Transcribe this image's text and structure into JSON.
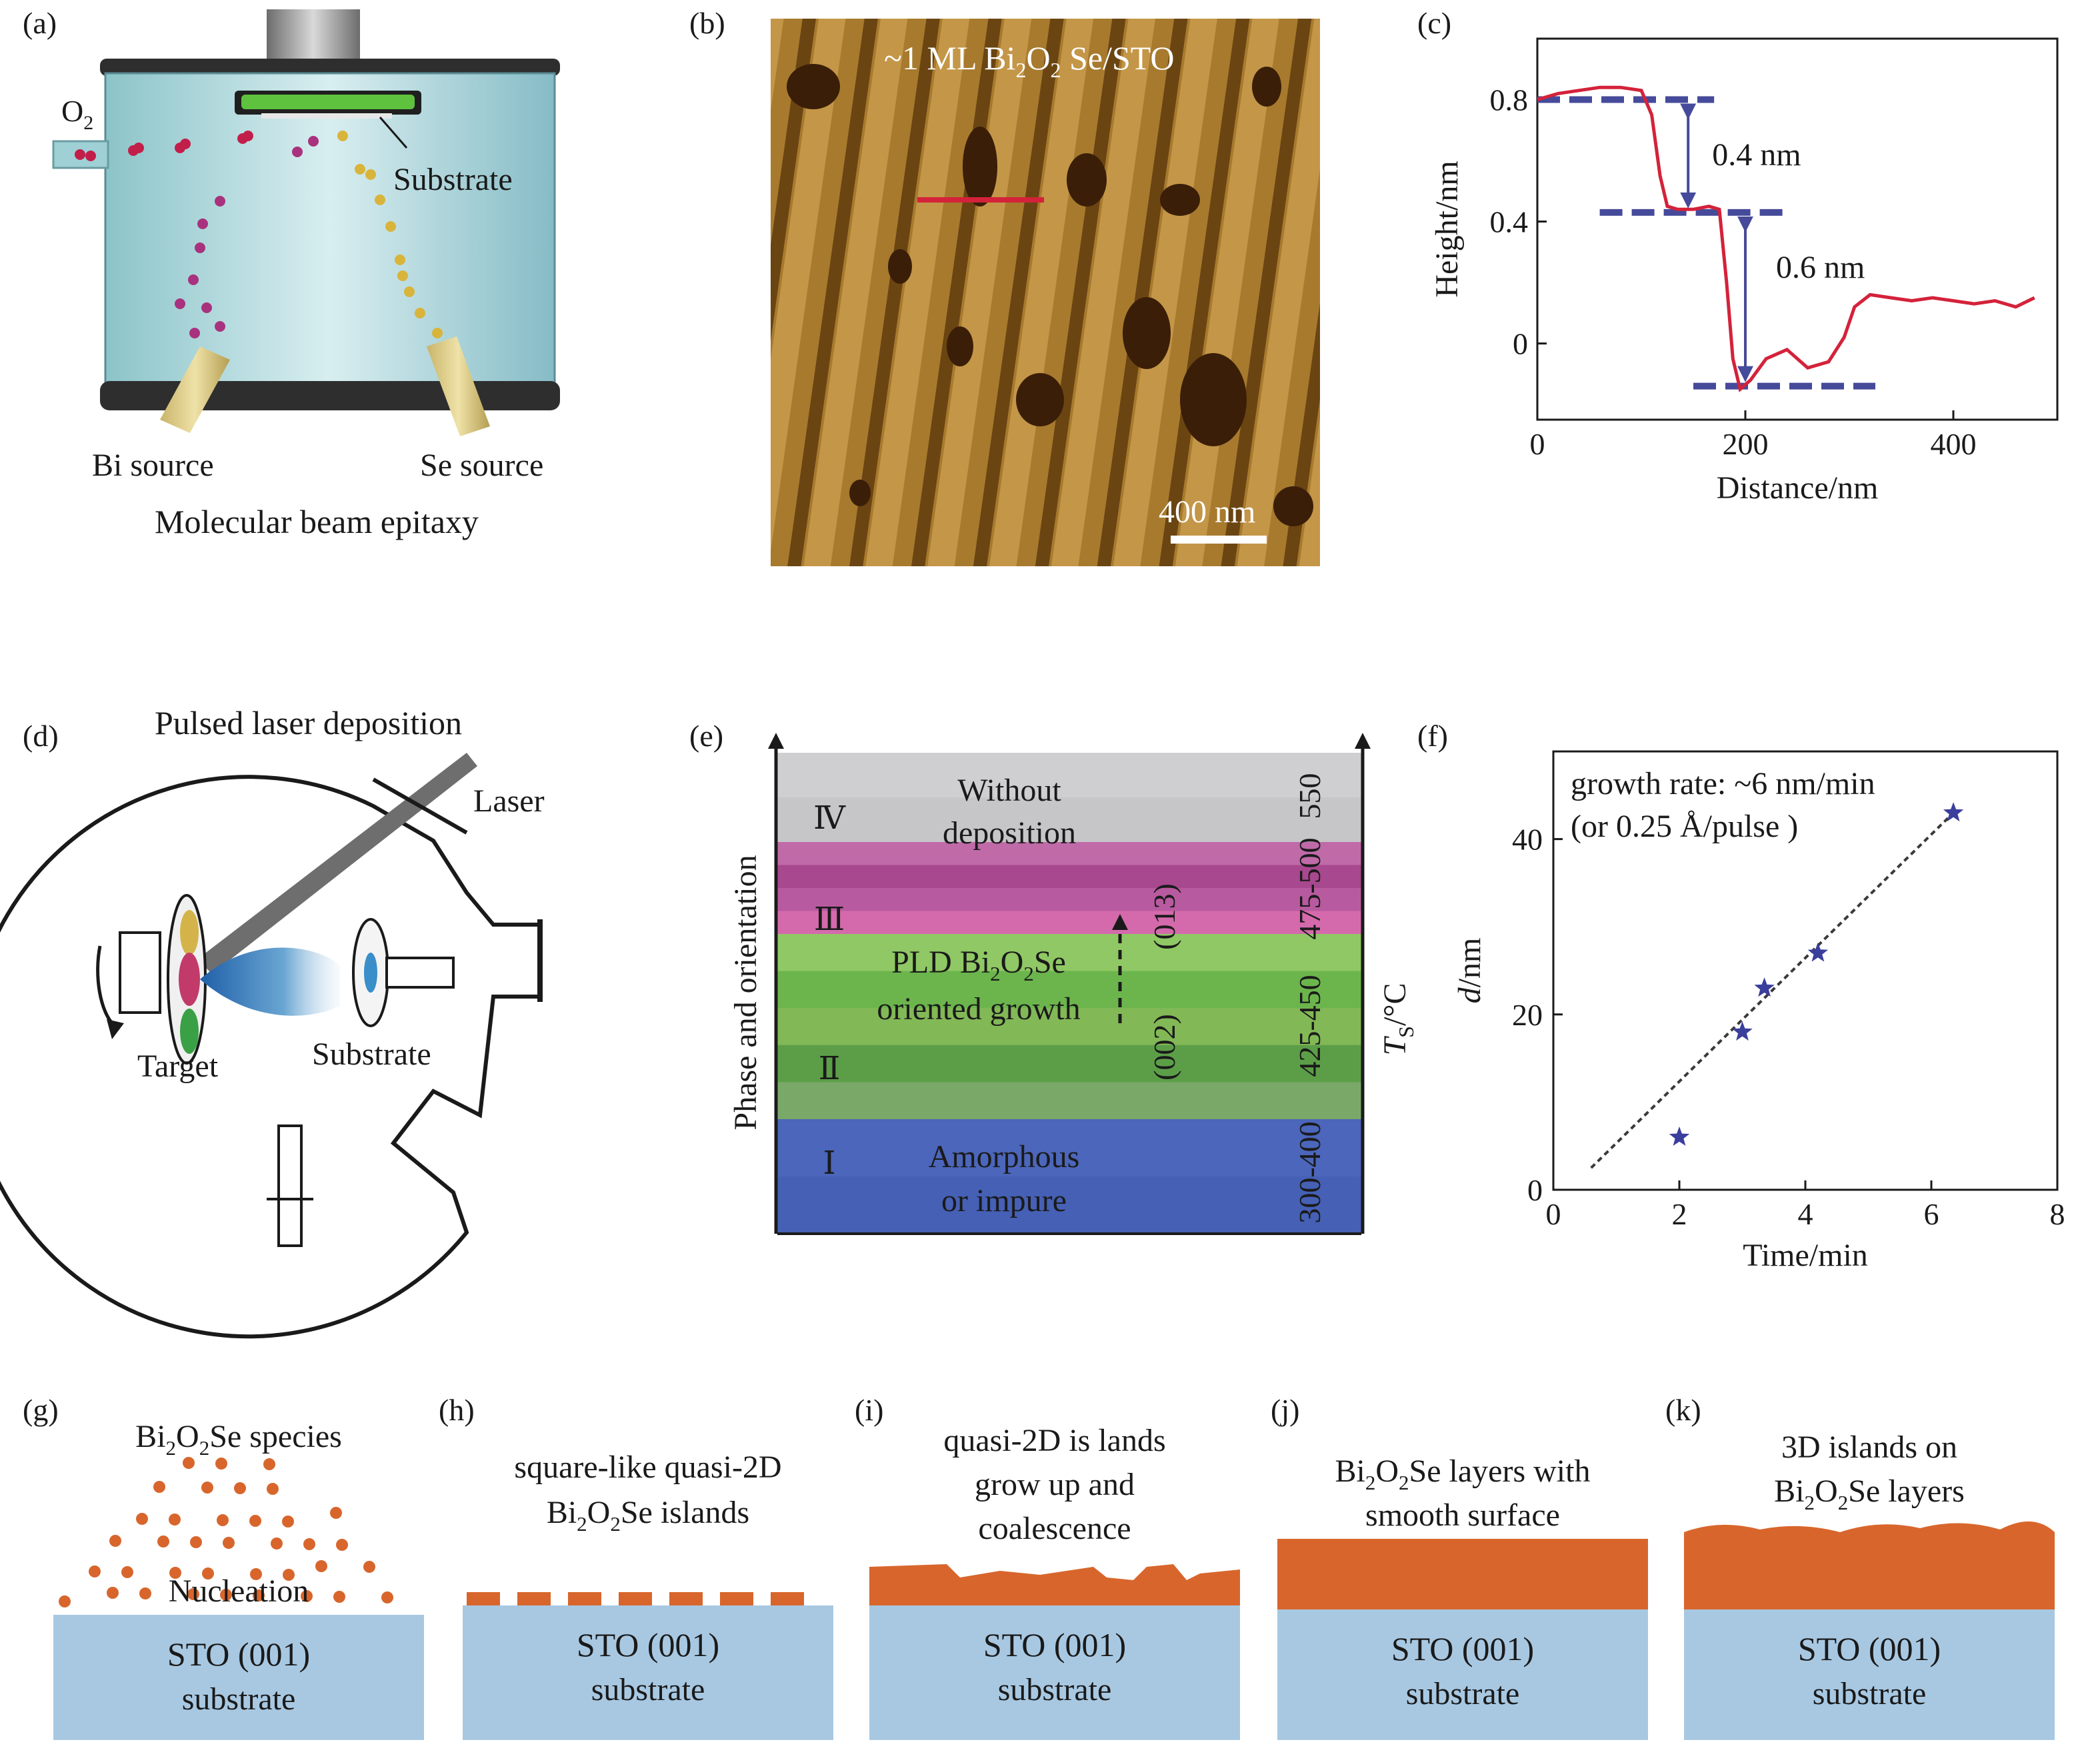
{
  "figure": {
    "panels": {
      "a": {
        "label": "(a)",
        "caption": "Molecular beam epitaxy",
        "o2": "O",
        "o2_sub": "2",
        "substrate": "Substrate",
        "bi_source": "Bi source",
        "se_source": "Se source"
      },
      "b": {
        "label": "(b)",
        "title_prefix": "~1 ML Bi",
        "title_sub1": "2",
        "title_mid": "O",
        "title_sub2": "2",
        "title_suffix": " Se/STO",
        "scalebar": "400 nm"
      },
      "c": {
        "label": "(c)"
      },
      "d": {
        "label": "(d)",
        "caption": "Pulsed laser deposition",
        "laser": "Laser",
        "target": "Target",
        "substrate": "Substrate"
      },
      "e": {
        "label": "(e)",
        "left_axis": "Phase and orientation",
        "right_axis_main": "T",
        "right_axis_sub": "S",
        "right_axis_unit": "/°C",
        "zones": [
          {
            "roman": "Ⅳ",
            "text1": "Without",
            "text2": "deposition",
            "temp": "550",
            "color": "#c9c9cb"
          },
          {
            "roman": "Ⅲ",
            "text1": "",
            "text2": "",
            "temp": "475-500",
            "color": "#b44f9b"
          },
          {
            "roman": "Ⅱ",
            "text1": "",
            "text2": "",
            "temp": "425-450",
            "color": "#6cb54d"
          },
          {
            "roman": "Ⅰ",
            "text1": "Amorphous",
            "text2": "or impure",
            "temp": "300-400",
            "color": "#4a63b8"
          }
        ],
        "mid_text1_prefix": "PLD Bi",
        "mid_text1_sub1": "2",
        "mid_text1_mid": "O",
        "mid_text1_sub2": "2",
        "mid_text1_suffix": "Se",
        "mid_text2": "oriented growth",
        "orient_013": "(013)",
        "orient_002": "(002)"
      },
      "f": {
        "label": "(f)"
      },
      "g": {
        "label": "(g)",
        "title_prefix": "Bi",
        "title_sub1": "2",
        "title_mid": "O",
        "title_sub2": "2",
        "title_suffix": "Se species",
        "nucleation": "Nucleation",
        "substrate1": "STO (001)",
        "substrate2": "substrate"
      },
      "h": {
        "label": "(h)",
        "line1": "square-like quasi-2D",
        "line2_prefix": "Bi",
        "line2_sub1": "2",
        "line2_mid": "O",
        "line2_sub2": "2",
        "line2_suffix": "Se islands",
        "substrate1": "STO (001)",
        "substrate2": "substrate"
      },
      "i": {
        "label": "(i)",
        "line1": "quasi-2D is lands",
        "line2": "grow up and",
        "line3": "coalescence",
        "substrate1": "STO (001)",
        "substrate2": "substrate"
      },
      "j": {
        "label": "(j)",
        "line1_prefix": "Bi",
        "line1_sub1": "2",
        "line1_mid": "O",
        "line1_sub2": "2",
        "line1_suffix": "Se layers with",
        "line2": "smooth surface",
        "substrate1": "STO (001)",
        "substrate2": "substrate"
      },
      "k": {
        "label": "(k)",
        "line1": "3D islands on",
        "line2_prefix": "Bi",
        "line2_sub1": "2",
        "line2_mid": "O",
        "line2_sub2": "2",
        "line2_suffix": "Se layers",
        "substrate1": "STO (001)",
        "substrate2": "substrate"
      }
    },
    "colors": {
      "substrate": "#a8c8e2",
      "film": "#d8662c",
      "profile": "#d4223a",
      "dash": "#464a9a",
      "star": "#3a3f9c",
      "afm_dark": "#7a5418",
      "afm_light": "#b88a3a"
    }
  },
  "chart_data": [
    {
      "panel": "c",
      "type": "line",
      "xlabel": "Distance/nm",
      "ylabel": "Height/nm",
      "xlim": [
        0,
        500
      ],
      "ylim": [
        -0.25,
        1.0
      ],
      "xticks": [
        0,
        200,
        400
      ],
      "yticks": [
        0,
        0.4,
        0.8
      ],
      "ytick_labels": [
        "0",
        "0.4",
        "0.8"
      ],
      "series": [
        {
          "x": [
            0,
            20,
            40,
            60,
            80,
            100,
            110,
            118,
            125,
            135,
            150,
            165,
            175,
            182,
            188,
            195,
            205,
            220,
            240,
            260,
            280,
            295,
            305,
            320,
            340,
            360,
            380,
            400,
            420,
            440,
            460,
            478
          ],
          "y": [
            0.8,
            0.82,
            0.83,
            0.84,
            0.84,
            0.83,
            0.75,
            0.55,
            0.45,
            0.44,
            0.44,
            0.45,
            0.44,
            0.2,
            -0.05,
            -0.15,
            -0.12,
            -0.05,
            -0.02,
            -0.08,
            -0.06,
            0.02,
            0.12,
            0.16,
            0.15,
            0.14,
            0.15,
            0.14,
            0.13,
            0.14,
            0.12,
            0.15
          ]
        }
      ],
      "levels": [
        0.8,
        0.43,
        -0.14
      ],
      "step_labels": [
        "0.4 nm",
        "0.6 nm"
      ]
    },
    {
      "panel": "f",
      "type": "scatter",
      "xlabel": "Time/min",
      "ylabel_main": "d",
      "ylabel_unit": "/nm",
      "xlim": [
        0,
        8
      ],
      "ylim": [
        0,
        50
      ],
      "xticks": [
        0,
        2,
        4,
        6,
        8
      ],
      "yticks": [
        0,
        20,
        40
      ],
      "annotation1": "growth rate: ~6 nm/min",
      "annotation2": "(or 0.25 Å/pulse )",
      "series": [
        {
          "x": [
            2.0,
            3.0,
            3.35,
            4.2,
            6.35
          ],
          "y": [
            6,
            18,
            23,
            27,
            43
          ]
        }
      ],
      "fit": {
        "x": [
          0.6,
          6.35
        ],
        "y": [
          2.5,
          43
        ]
      }
    }
  ]
}
